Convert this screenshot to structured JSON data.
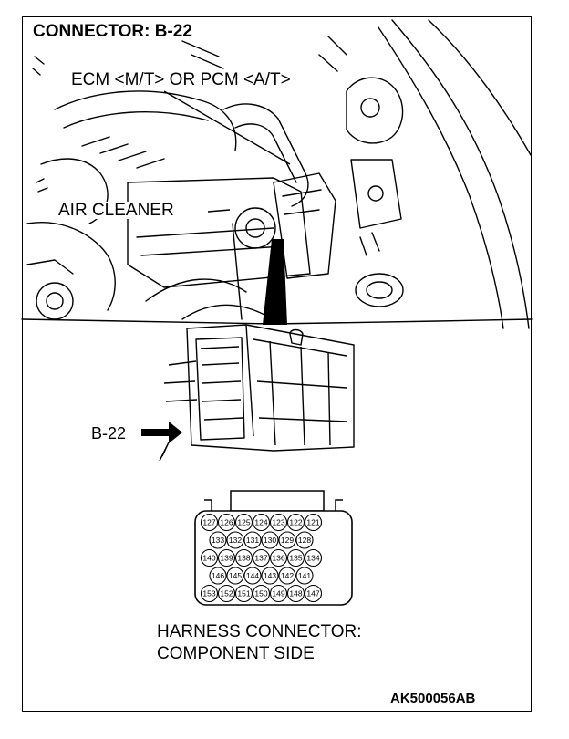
{
  "labels": {
    "connector_title": "CONNECTOR: B-22",
    "ecm_pcm": "ECM <M/T> OR PCM <A/T>",
    "air_cleaner": "AIR CLEANER",
    "connector_pointer": "B-22",
    "caption_line1": "HARNESS CONNECTOR:",
    "caption_line2": "COMPONENT SIDE",
    "figure_code": "AK500056AB"
  },
  "connector_pins": [
    [
      "127",
      "126",
      "125",
      "124",
      "123",
      "122",
      "121"
    ],
    [
      "133",
      "132",
      "131",
      "130",
      "129",
      "128"
    ],
    [
      "140",
      "139",
      "138",
      "137",
      "136",
      "135",
      "134"
    ],
    [
      "146",
      "145",
      "144",
      "143",
      "142",
      "141"
    ],
    [
      "153",
      "152",
      "151",
      "150",
      "149",
      "148",
      "147"
    ]
  ]
}
